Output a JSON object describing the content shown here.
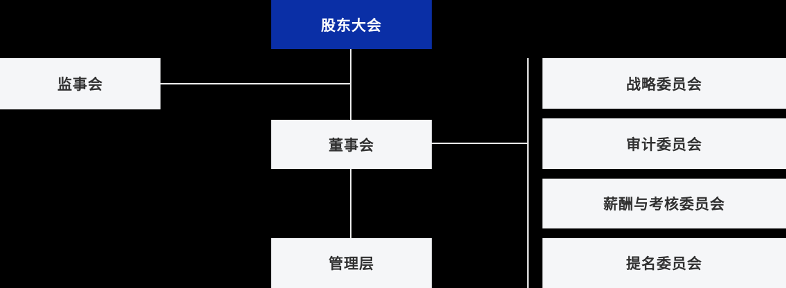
{
  "org": {
    "type": "org-chart",
    "root": {
      "label": "股东大会"
    },
    "supervisors": {
      "label": "监事会"
    },
    "board": {
      "label": "董事会"
    },
    "management": {
      "label": "管理层"
    },
    "committees": [
      {
        "label": "战略委员会"
      },
      {
        "label": "审计委员会"
      },
      {
        "label": "薪酬与考核委员会"
      },
      {
        "label": "提名委员会"
      }
    ],
    "relations": [
      "股东大会 → 董事会",
      "监事会 — 股东大会/董事会 连接线",
      "董事会 → 管理层",
      "董事会 → 四个专门委员会"
    ],
    "colors": {
      "root_bg": "#0a2fa6",
      "root_text": "#ffffff",
      "node_bg": "#f5f6f8",
      "node_text": "#303030",
      "connector": "#efefef",
      "canvas_bg": "#000000"
    }
  }
}
